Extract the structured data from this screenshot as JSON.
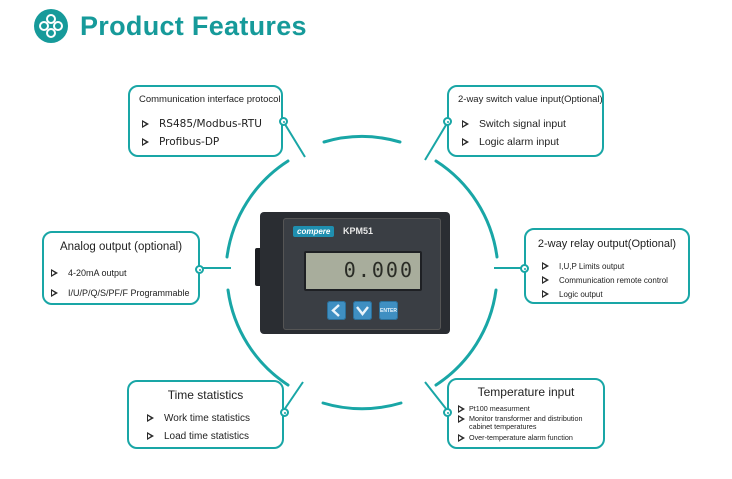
{
  "page": {
    "title": "Product Features"
  },
  "colors": {
    "accent": "#19a6a6",
    "title": "#169a9a"
  },
  "features": {
    "communication": {
      "title": "Communication interface protocol",
      "items": [
        "RS485/Modbus-RTU",
        "Profibus-DP"
      ]
    },
    "switch_input": {
      "title": "2-way switch value input(Optional)",
      "items": [
        "Switch signal input",
        "Logic alarm input"
      ]
    },
    "analog_output": {
      "title": "Analog output (optional)",
      "items": [
        "4-20mA output",
        "I/U/P/Q/S/PF/F Programmable"
      ]
    },
    "relay_output": {
      "title": "2-way relay output(Optional)",
      "items": [
        "I,U,P Limits output",
        "Communication remote control",
        "Logic output"
      ]
    },
    "time_statistics": {
      "title": "Time statistics",
      "items": [
        "Work time statistics",
        "Load time statistics"
      ]
    },
    "temperature_input": {
      "title": "Temperature input",
      "items": [
        "Pt100 measurment",
        "Monitor transformer and distribution cabinet temperatures",
        "Over-temperature alarm function"
      ]
    }
  },
  "device": {
    "brand": "compere",
    "model": "KPM51",
    "display_value": "0.000",
    "buttons": [
      {
        "icon": "arrow-left-icon"
      },
      {
        "icon": "arrow-down-icon"
      },
      {
        "label": "ENTER"
      }
    ]
  }
}
